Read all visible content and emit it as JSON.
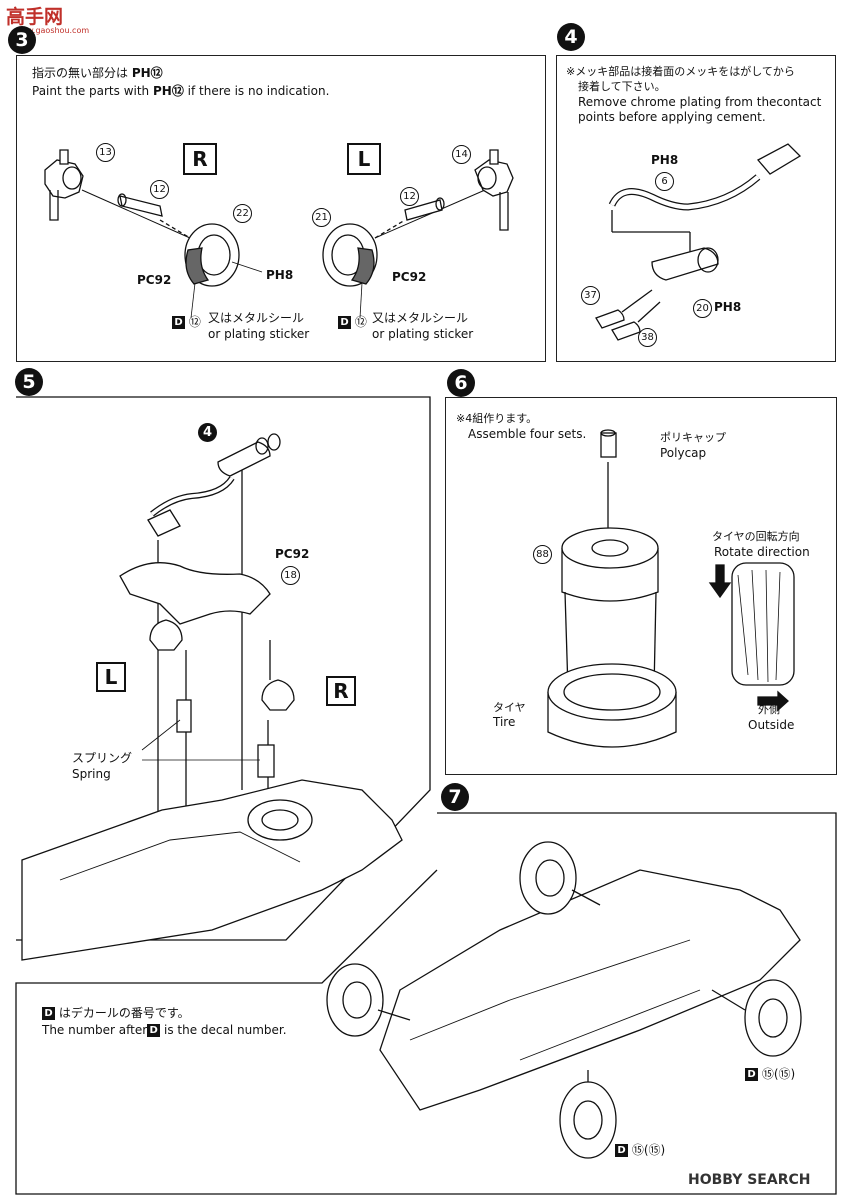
{
  "watermark": {
    "top_logo": "高手网",
    "top_url": "www.gaoshou.com",
    "bottom_logo": "HOBBY SEARCH"
  },
  "steps": {
    "s3": {
      "num": "3",
      "note_jp": "指示の無い部分は",
      "note_jp_code": "PH⑫",
      "note_en": "Paint the parts with",
      "note_en_code": "PH⑫",
      "note_en_tail": "if there is no indication.",
      "right_label": "R",
      "left_label": "L",
      "parts": [
        "13",
        "12",
        "22",
        "21",
        "12",
        "14"
      ],
      "paint_pc": "PC92",
      "paint_ph": "PH8",
      "decal_code": "D",
      "decal_num": "⑫",
      "sticker_jp": "又はメタルシール",
      "sticker_en": "or plating sticker"
    },
    "s4": {
      "num": "4",
      "note_jp1": "※メッキ部品は接着面のメッキをはがしてから",
      "note_jp2": "接着して下さい。",
      "note_en1": "Remove chrome plating from thecontact",
      "note_en2": "points before applying cement.",
      "part_6": "6",
      "paint_6": "PH8",
      "part_20": "20",
      "paint_20": "PH8",
      "part_37": "37",
      "part_38": "38"
    },
    "s5": {
      "num": "5",
      "ref_step": "4",
      "paint": "PC92",
      "part_18": "18",
      "left_label": "L",
      "right_label": "R",
      "spring_jp": "スプリング",
      "spring_en": "Spring"
    },
    "s6": {
      "num": "6",
      "note_jp": "※4組作ります。",
      "note_en": "Assemble four sets.",
      "polycap_jp": "ポリキャップ",
      "polycap_en": "Polycap",
      "part_88": "88",
      "tire_jp": "タイヤ",
      "tire_en": "Tire",
      "rotate_jp": "タイヤの回転方向",
      "rotate_en": "Rotate direction",
      "outside_jp": "外側",
      "outside_en": "Outside"
    },
    "s7": {
      "num": "7",
      "decal_a": "⑮(⑮)",
      "decal_b": "⑮(⑮)"
    }
  },
  "decal_note": {
    "jp": "はデカールの番号です。",
    "en_pre": "The number after",
    "en_post": "is the decal number.",
    "chip": "D"
  }
}
